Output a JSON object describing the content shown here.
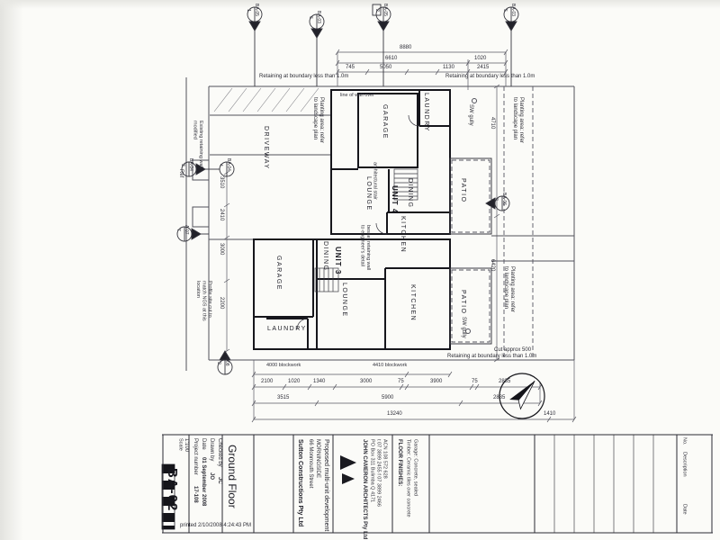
{
  "colors": {
    "paper": "#fbfbf8",
    "ink": "#23232c",
    "line": "#55555e"
  },
  "plan": {
    "rooms": {
      "laundry4": "LAUNDRY",
      "garage4": "GARAGE",
      "driveway": "DRIVEWAY",
      "lounge4": "LOUNGE",
      "unit4": "UNIT 4",
      "dining4": "DINING",
      "kitchen4": "KITCHEN",
      "patio4": "PATIO",
      "garage3": "GARAGE",
      "dining3": "DINING",
      "unit3": "UNIT 3",
      "lounge3": "LOUNGE",
      "kitchen3": "KITCHEN",
      "patio3": "PATIO",
      "laundry3": "LAUNDRY"
    },
    "notes": {
      "retain1": "Retaining at boundary less than 1.0m",
      "retain2": "Retaining at boundary less than 1.0m",
      "retain3": "Retaining at boundary less than 1.0m",
      "plant1": "Planting area: refer to landscape plan",
      "plant2": "Planting area: refer to landscape plan",
      "plant3": "Planting area: refer to landscape plan",
      "gully1": "SW gully",
      "gully2": "SW gully",
      "cut": "Cut approx 500",
      "ref": "Ref",
      "exist_wall": "Existing retaining wall modified",
      "profile": "Profile site cut to match NGS at this location",
      "stair": "architectural stair",
      "wall_over": "line of wall over",
      "retaining_eng": "besser retaining wall to engineer's detail",
      "blockwork1": "4000 blockwork",
      "blockwork2": "4410 blockwork"
    },
    "dims": {
      "t1": "8880",
      "t2": "6610",
      "t3": "1020",
      "t4": "745",
      "t5": "5050",
      "t6": "1130",
      "t7": "2415",
      "b1": "2100",
      "b2": "1020",
      "b3": "1340",
      "b4": "3000",
      "b5": "75",
      "b6": "3900",
      "b7": "75",
      "b8": "2835",
      "b9": "3515",
      "b10": "5900",
      "b11": "2835",
      "b12": "13240",
      "b13": "1410",
      "l1": "3510",
      "l2": "2410",
      "l3": "3000",
      "l4": "2200",
      "r1": "4710",
      "r2": "6420"
    },
    "markers": {
      "m1": {
        "num": "1",
        "ref": "BA-05"
      },
      "m2": {
        "num": "6",
        "ref": "BA-03"
      },
      "m3": {
        "num": "2",
        "ref": "BA-05"
      },
      "m4": {
        "num": "5",
        "ref": "BA-03"
      },
      "m5": {
        "num": "3",
        "ref": "BA-04"
      },
      "m6": {
        "num": "4",
        "ref": "BA-04"
      },
      "m7": {
        "num": "7",
        "ref": "A-07"
      },
      "m8": {
        "num": "8",
        "ref": "BA-06"
      },
      "m9": {
        "num": "9",
        "ref": "A-08"
      }
    }
  },
  "titleblock": {
    "sheet_number": "BA-02",
    "sheet_name": "Ground Floor",
    "scale_label": "Scale",
    "scale": "1:100",
    "printed": "printed  2/10/2008 4:24:43 PM",
    "fields": [
      {
        "label": "Project number",
        "value": "17-108"
      },
      {
        "label": "Date",
        "value": "01 September 2008"
      },
      {
        "label": "Drawn by",
        "value": "JO"
      },
      {
        "label": "Checked by",
        "value": "JC"
      }
    ],
    "client": "Sutton Constructions Pty Ltd",
    "site_address_1": "66 Monmouth Street",
    "site_address_2": "MORNINGSIDE",
    "project_title": "Proposed multi-unit development",
    "architect_name": "JOHN CAMERON ARCHITECTS Pty Ltd",
    "architect_line_1": "PO Box 311 Bulimba Q 4171",
    "architect_line_2": "t 07 3899 2455   f 07 3899 2466",
    "architect_line_3": "ACN 108 572 628",
    "finishes_title": "FLOOR FINISHES:",
    "finishes_line_1": "Timber: Ceramic tiles over concrete",
    "finishes_line_2": "Garage: Concrete, sealed",
    "rev_no": "No.",
    "rev_desc": "Description",
    "rev_date": "Date"
  }
}
